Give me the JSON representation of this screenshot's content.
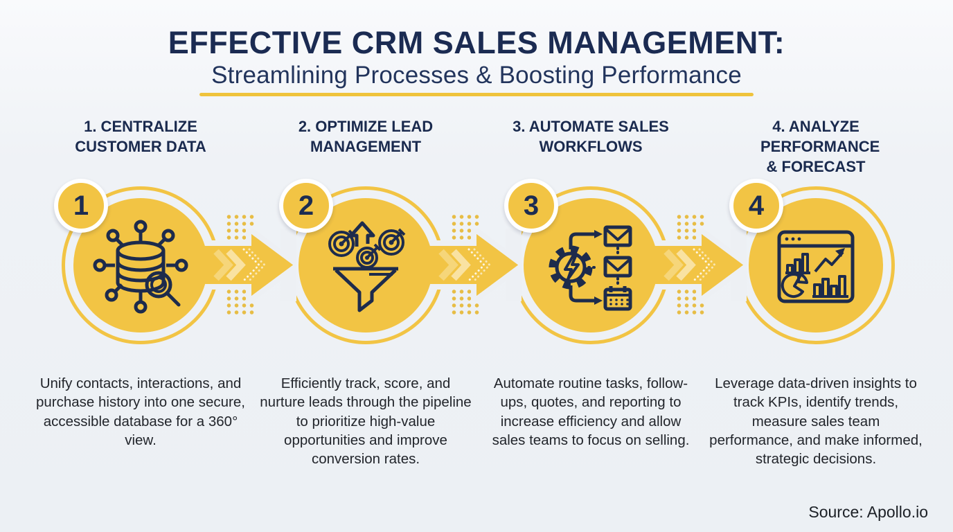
{
  "header": {
    "title": "EFFECTIVE CRM SALES MANAGEMENT:",
    "subtitle": "Streamlining Processes & Boosting Performance"
  },
  "steps": [
    {
      "number": "1",
      "title": "1. CENTRALIZE CUSTOMER DATA",
      "description": "Unify contacts, interactions, and purchase history into one secure, accessible database for a 360° view.",
      "icon": "database-network-icon"
    },
    {
      "number": "2",
      "title": "2. OPTIMIZE LEAD MANAGEMENT",
      "description": "Efficiently track, score, and nurture leads through the pipeline to prioritize high-value opportunities and improve conversion rates.",
      "icon": "lead-funnel-icon"
    },
    {
      "number": "3",
      "title": "3. AUTOMATE SALES WORKFLOWS",
      "description": "Automate routine tasks, follow-ups, quotes, and reporting to increase efficiency and allow sales teams to focus on selling.",
      "icon": "automation-gear-icon"
    },
    {
      "number": "4",
      "title": "4. ANALYZE PERFORMANCE & FORECAST",
      "description": "Leverage data-driven insights to track KPIs, identify trends, measure sales team performance, and make informed, strategic decisions.",
      "icon": "analytics-dashboard-icon"
    }
  ],
  "footer": {
    "source": "Source: Apollo.io"
  },
  "colors": {
    "accent_yellow": "#F2C444",
    "chevron_light": "#F7D87F",
    "navy": "#1B2B52",
    "divider": "#EFC33C",
    "background": "#EEF1F5",
    "text": "#22252B"
  }
}
